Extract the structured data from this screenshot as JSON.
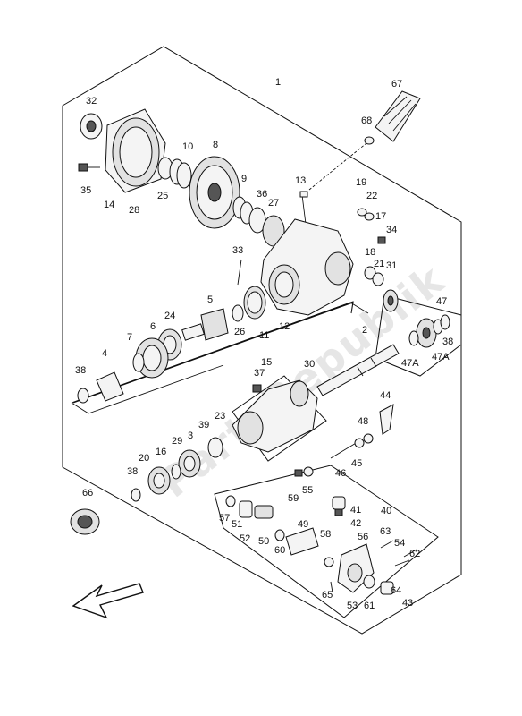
{
  "watermark": "PartsRepublik",
  "callouts": [
    {
      "id": "1",
      "text": "1"
    },
    {
      "id": "2",
      "text": "2"
    },
    {
      "id": "3",
      "text": "3"
    },
    {
      "id": "4",
      "text": "4"
    },
    {
      "id": "5",
      "text": "5"
    },
    {
      "id": "6",
      "text": "6"
    },
    {
      "id": "7",
      "text": "7"
    },
    {
      "id": "8",
      "text": "8"
    },
    {
      "id": "9",
      "text": "9"
    },
    {
      "id": "10",
      "text": "10"
    },
    {
      "id": "11",
      "text": "11"
    },
    {
      "id": "12",
      "text": "12"
    },
    {
      "id": "13",
      "text": "13"
    },
    {
      "id": "14",
      "text": "14"
    },
    {
      "id": "15",
      "text": "15"
    },
    {
      "id": "16",
      "text": "16"
    },
    {
      "id": "17",
      "text": "17"
    },
    {
      "id": "18",
      "text": "18"
    },
    {
      "id": "19",
      "text": "19"
    },
    {
      "id": "20",
      "text": "20"
    },
    {
      "id": "21",
      "text": "21"
    },
    {
      "id": "22",
      "text": "22"
    },
    {
      "id": "23",
      "text": "23"
    },
    {
      "id": "24",
      "text": "24"
    },
    {
      "id": "25",
      "text": "25"
    },
    {
      "id": "26",
      "text": "26"
    },
    {
      "id": "27",
      "text": "27"
    },
    {
      "id": "28",
      "text": "28"
    },
    {
      "id": "29",
      "text": "29"
    },
    {
      "id": "30",
      "text": "30"
    },
    {
      "id": "31",
      "text": "31"
    },
    {
      "id": "32",
      "text": "32"
    },
    {
      "id": "33",
      "text": "33"
    },
    {
      "id": "34",
      "text": "34"
    },
    {
      "id": "35",
      "text": "35"
    },
    {
      "id": "36",
      "text": "36"
    },
    {
      "id": "37",
      "text": "37"
    },
    {
      "id": "38a",
      "text": "38"
    },
    {
      "id": "38b",
      "text": "38"
    },
    {
      "id": "38c",
      "text": "38"
    },
    {
      "id": "39",
      "text": "39"
    },
    {
      "id": "40",
      "text": "40"
    },
    {
      "id": "41",
      "text": "41"
    },
    {
      "id": "42",
      "text": "42"
    },
    {
      "id": "43",
      "text": "43"
    },
    {
      "id": "44",
      "text": "44"
    },
    {
      "id": "45",
      "text": "45"
    },
    {
      "id": "46",
      "text": "46"
    },
    {
      "id": "47",
      "text": "47"
    },
    {
      "id": "47Aa",
      "text": "47A"
    },
    {
      "id": "47Ab",
      "text": "47A"
    },
    {
      "id": "48",
      "text": "48"
    },
    {
      "id": "49",
      "text": "49"
    },
    {
      "id": "50",
      "text": "50"
    },
    {
      "id": "51",
      "text": "51"
    },
    {
      "id": "52",
      "text": "52"
    },
    {
      "id": "53",
      "text": "53"
    },
    {
      "id": "54",
      "text": "54"
    },
    {
      "id": "55",
      "text": "55"
    },
    {
      "id": "56",
      "text": "56"
    },
    {
      "id": "57",
      "text": "57"
    },
    {
      "id": "58",
      "text": "58"
    },
    {
      "id": "59",
      "text": "59"
    },
    {
      "id": "60",
      "text": "60"
    },
    {
      "id": "61",
      "text": "61"
    },
    {
      "id": "62",
      "text": "62"
    },
    {
      "id": "63",
      "text": "63"
    },
    {
      "id": "64",
      "text": "64"
    },
    {
      "id": "65",
      "text": "65"
    },
    {
      "id": "66",
      "text": "66"
    },
    {
      "id": "67",
      "text": "67"
    },
    {
      "id": "68",
      "text": "68"
    }
  ]
}
